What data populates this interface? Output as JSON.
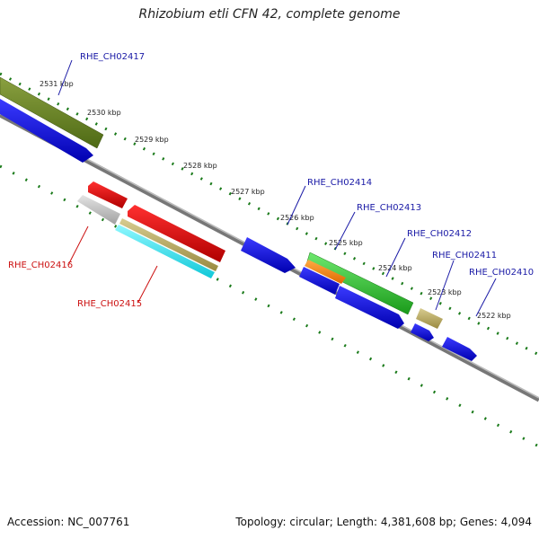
{
  "title": "Rhizobium etli CFN 42, complete genome",
  "footer": {
    "accession": "Accession: NC_007761",
    "summary": "Topology: circular; Length: 4,381,608 bp; Genes: 4,094"
  },
  "ticks": [
    "2531 kbp",
    "2530 kbp",
    "2529 kbp",
    "2528 kbp",
    "2527 kbp",
    "2526 kbp",
    "2525 kbp",
    "2524 kbp",
    "2523 kbp",
    "2522 kbp"
  ],
  "gene_labels": [
    "RHE_CH02417",
    "RHE_CH02414",
    "RHE_CH02413",
    "RHE_CH02412",
    "RHE_CH02411",
    "RHE_CH02410",
    "RHE_CH02416",
    "RHE_CH02415"
  ],
  "colors": {
    "forward_label": "#1a1aa6",
    "reverse_label": "#cc1111",
    "backbone": "#777777",
    "tick_dots": "#1a7a1a"
  }
}
